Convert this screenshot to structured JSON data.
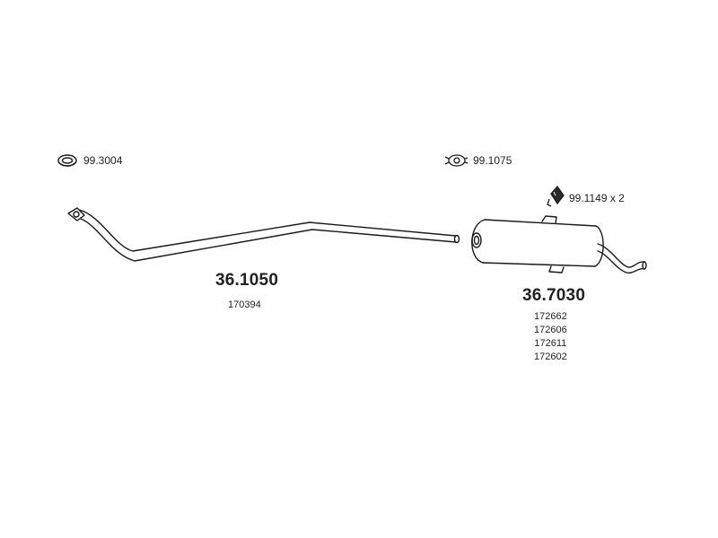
{
  "parts": {
    "gasket": {
      "code": "99.3004"
    },
    "clamp": {
      "code": "99.1075"
    },
    "hanger": {
      "code": "99.1149 x 2"
    },
    "pipe": {
      "code": "36.1050",
      "oem": [
        "170394"
      ]
    },
    "silencer": {
      "code": "36.7030",
      "oem": [
        "172662",
        "172606",
        "172611",
        "172602"
      ]
    }
  },
  "colors": {
    "line": "#1a1a1a",
    "text": "#222222",
    "background": "#ffffff"
  },
  "icons": {
    "gasket": "ring-gasket-icon",
    "clamp": "pipe-clamp-icon",
    "hanger": "rubber-hanger-icon"
  }
}
